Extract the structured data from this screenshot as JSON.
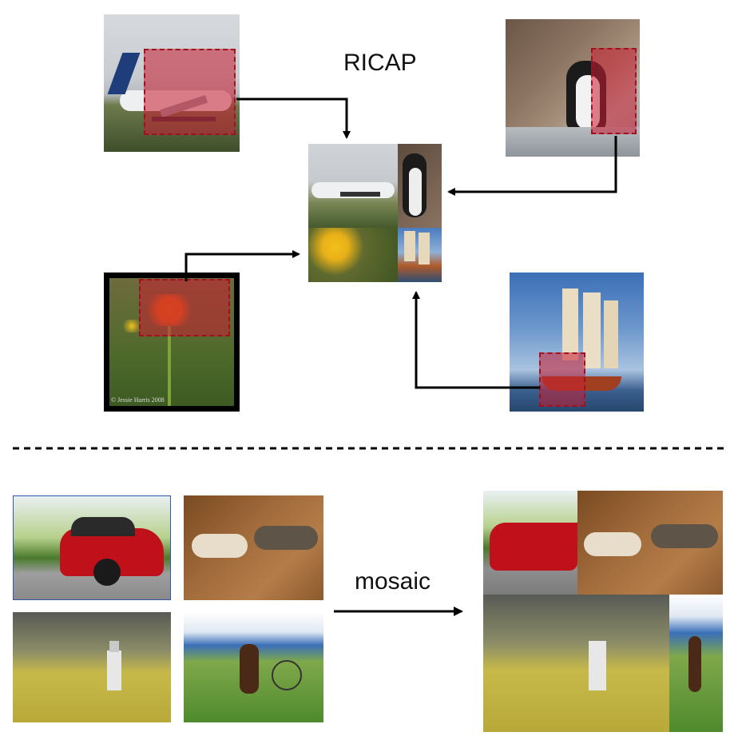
{
  "ricap": {
    "title": "RICAP",
    "sources": [
      {
        "name": "airplane",
        "caption": ""
      },
      {
        "name": "penguin",
        "caption": ""
      },
      {
        "name": "flower",
        "caption": "© Jessie Harris 2008"
      },
      {
        "name": "ship",
        "caption": ""
      }
    ]
  },
  "mosaic": {
    "title": "mosaic",
    "sources": [
      {
        "name": "red-car"
      },
      {
        "name": "cats"
      },
      {
        "name": "person-running"
      },
      {
        "name": "horse-racing"
      }
    ]
  },
  "colors": {
    "crop_fill": "#c81e32",
    "arrow": "#000000",
    "divider": "#000000"
  }
}
